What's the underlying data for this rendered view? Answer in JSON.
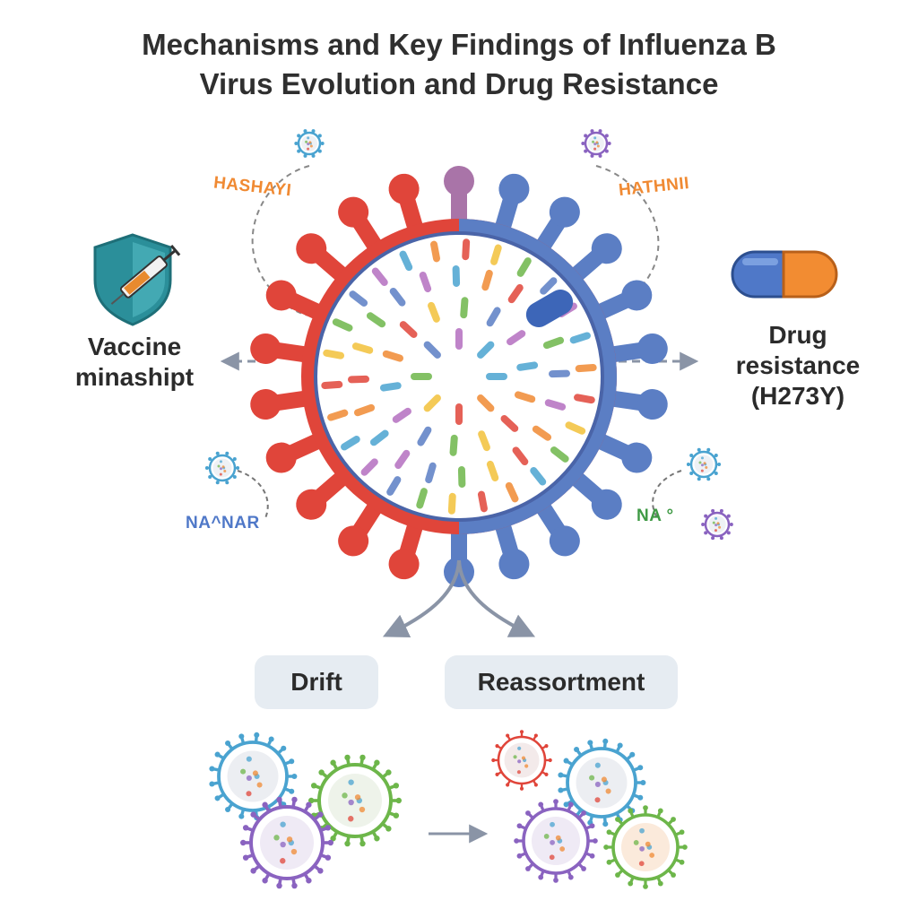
{
  "title": {
    "line1": "Mechanisms and Key Findings of Influenza B",
    "line2": "Virus Evolution and Drug Resistance"
  },
  "left": {
    "label_line1": "Vaccine",
    "label_line2": "minashipt",
    "icon": "shield-syringe-icon"
  },
  "right": {
    "label_line1": "Drug",
    "label_line2": "resistance",
    "label_line3": "(H273Y)",
    "icon": "capsule-icon"
  },
  "tags": {
    "top_left": "HASHAYI",
    "top_right": "HATHNII",
    "bottom_left": "NA^NAR",
    "bottom_right": "NA °"
  },
  "boxes": {
    "drift": "Drift",
    "reassortment": "Reassortment"
  },
  "colors": {
    "red": "#e0453a",
    "blue": "#5b7ec4",
    "purple": "#a974a8",
    "green": "#6db64a",
    "violet": "#8a63c0",
    "cyan": "#4aa3d0",
    "orange": "#f08a33",
    "teal": "#2b8f9a"
  }
}
